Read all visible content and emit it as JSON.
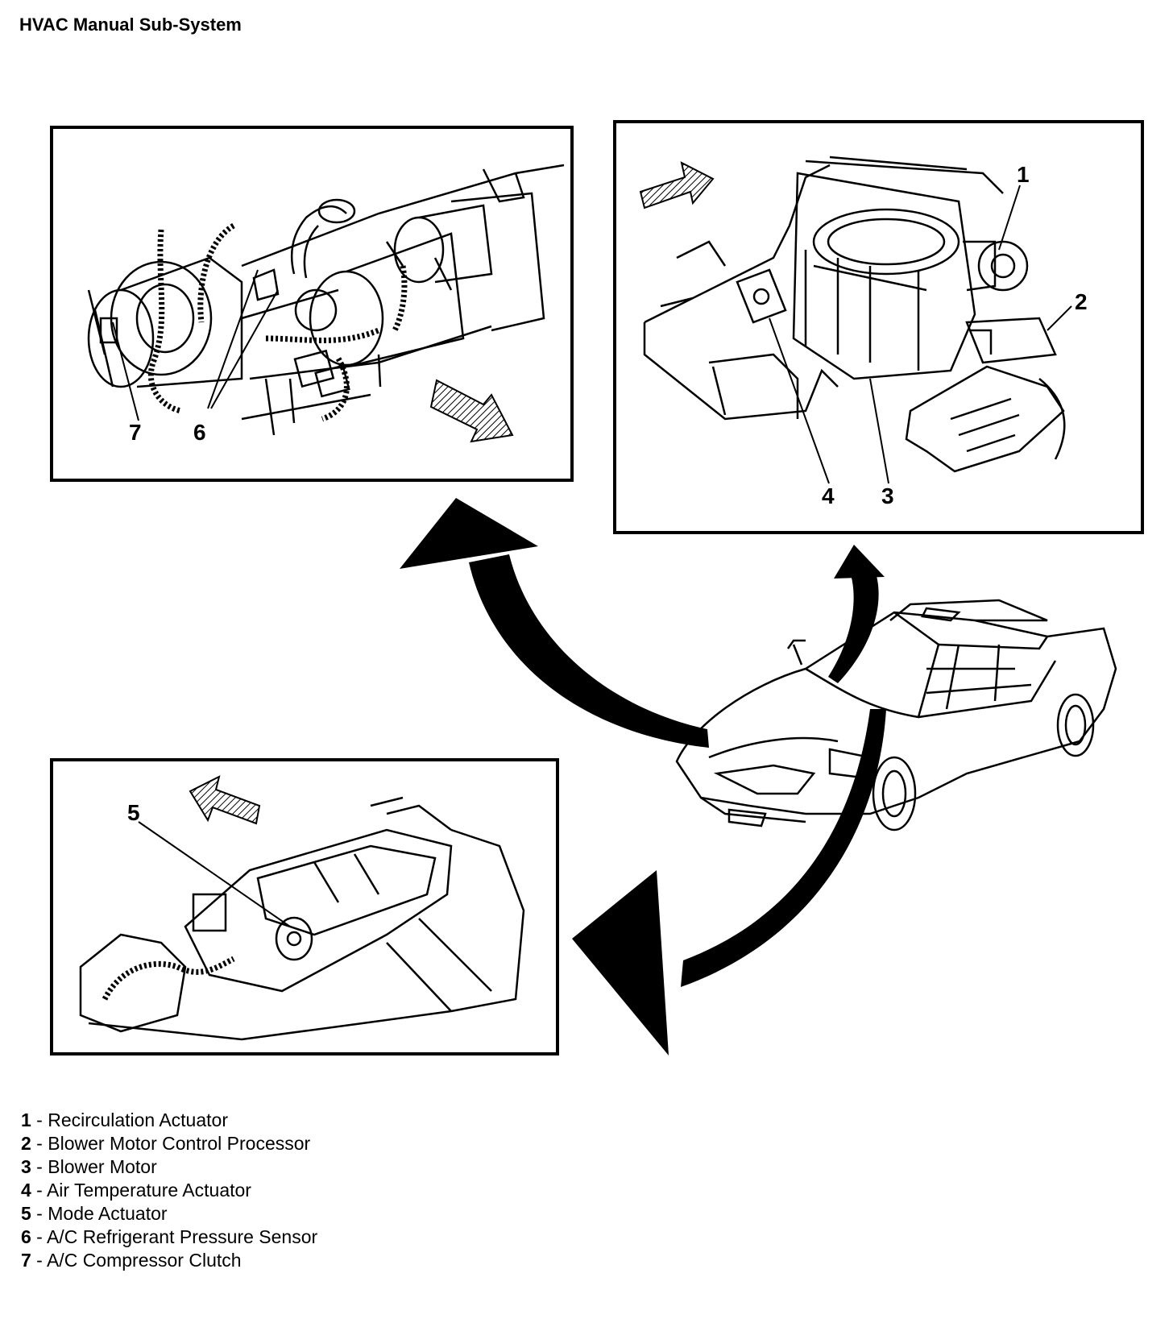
{
  "title": "HVAC Manual Sub-System",
  "callouts": {
    "c1": "1",
    "c2": "2",
    "c3": "3",
    "c4": "4",
    "c5": "5",
    "c6": "6",
    "c7": "7"
  },
  "legend": [
    {
      "num": "1",
      "sep": " - ",
      "text": "Recirculation Actuator"
    },
    {
      "num": "2",
      "sep": " - ",
      "text": "Blower Motor Control Processor"
    },
    {
      "num": "3",
      "sep": " - ",
      "text": "Blower Motor"
    },
    {
      "num": "4",
      "sep": " - ",
      "text": "Air Temperature Actuator"
    },
    {
      "num": "5",
      "sep": " - ",
      "text": "Mode Actuator"
    },
    {
      "num": "6",
      "sep": " - ",
      "text": "A/C Refrigerant Pressure Sensor"
    },
    {
      "num": "7",
      "sep": " - ",
      "text": "A/C Compressor Clutch"
    }
  ]
}
